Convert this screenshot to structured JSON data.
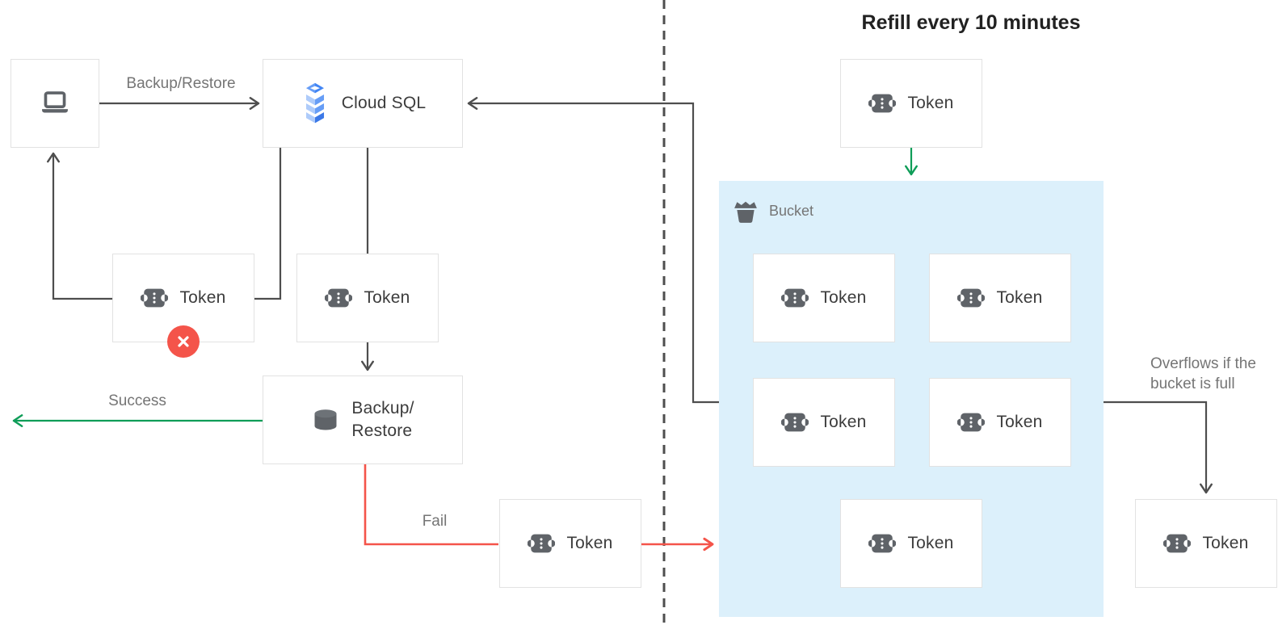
{
  "title": "Refill every 10 minutes",
  "labels": {
    "token": "Token",
    "cloud_sql": "Cloud SQL",
    "backup_restore_line1": "Backup/",
    "backup_restore_line2": "Restore",
    "backup_restore_arrow": "Backup/Restore",
    "success": "Success",
    "fail": "Fail",
    "bucket": "Bucket",
    "overflow_line1": "Overflows if the",
    "overflow_line2": "bucket is full"
  },
  "icons": {
    "client": "laptop-icon",
    "cloud_sql": "cloud-sql-icon",
    "token": "token-icon",
    "backup_restore": "database-icon",
    "bucket": "bucket-icon",
    "rejected": "error-x-icon"
  },
  "colors": {
    "success_green": "#0f9d58",
    "fail_red": "#f4544a",
    "connector_gray": "#4e4e4e",
    "bucket_background": "#dcf0fb",
    "icon_gray": "#5f6368",
    "label_gray": "#757575",
    "text_dark": "#3c3c3c"
  }
}
